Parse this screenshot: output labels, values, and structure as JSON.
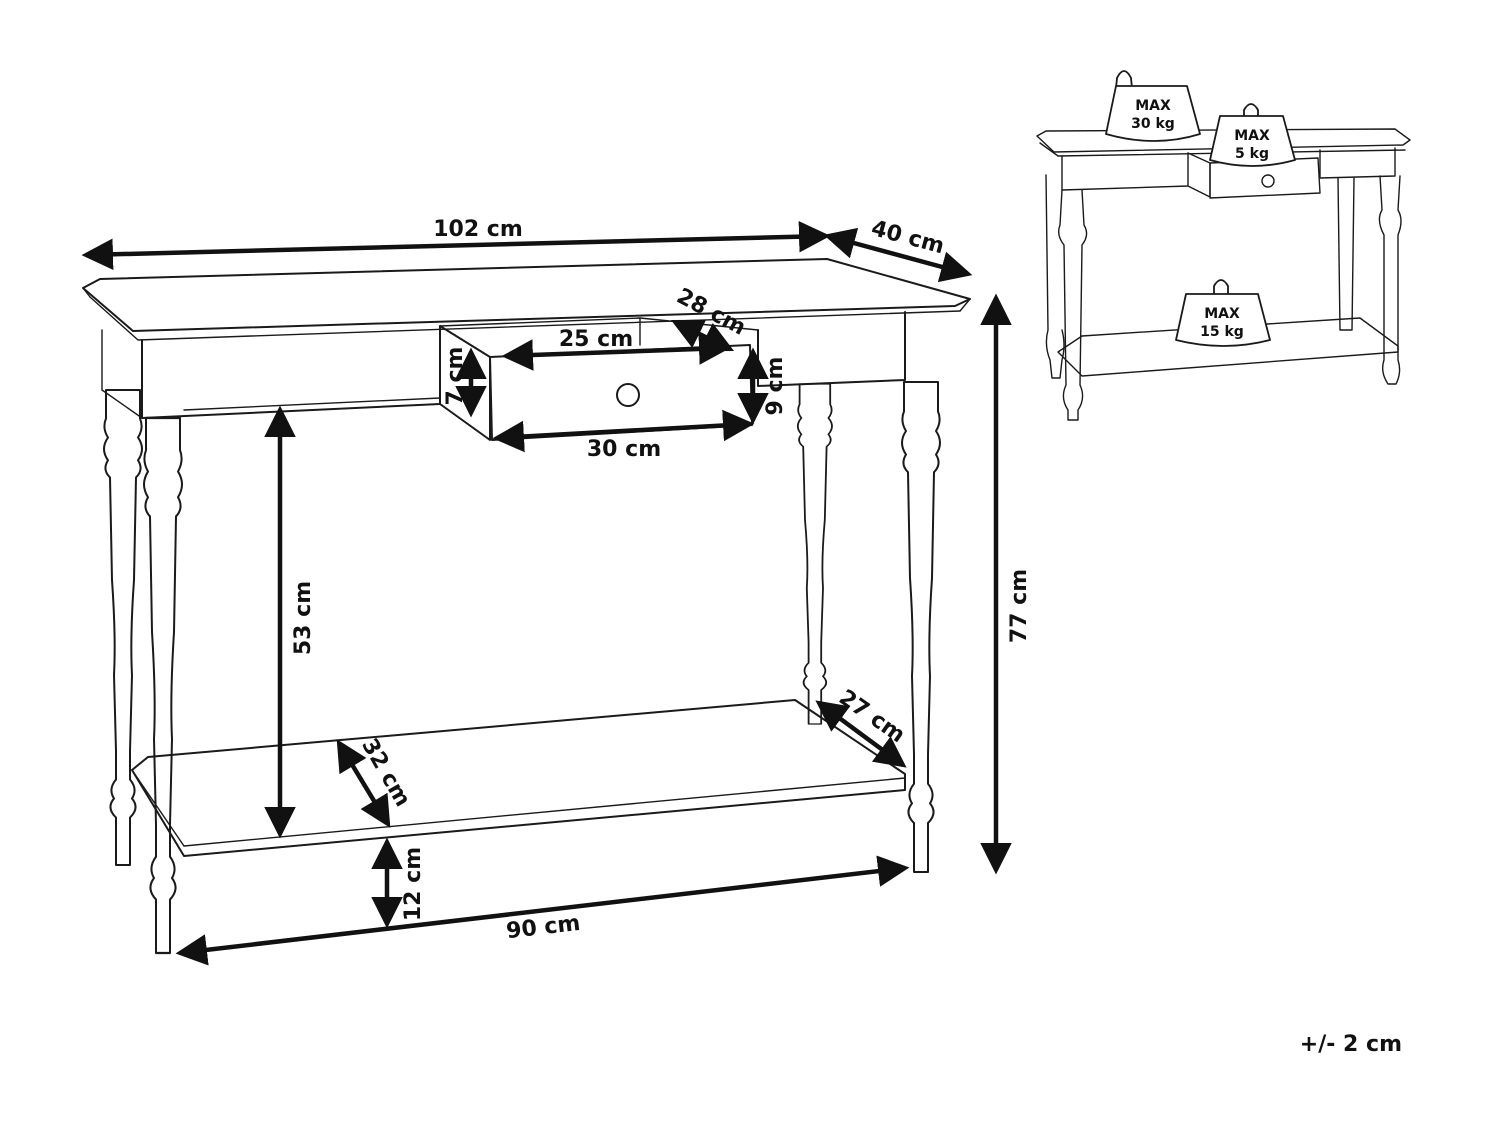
{
  "dimensions": {
    "width_top": "102 cm",
    "depth_top": "40 cm",
    "drawer_depth": "28 cm",
    "drawer_inner_width": "25 cm",
    "drawer_inner_height": "7 cm",
    "drawer_outer_height": "9 cm",
    "drawer_outer_width": "30 cm",
    "leg_clearance": "53 cm",
    "total_height": "77 cm",
    "shelf_depth_back": "27 cm",
    "shelf_depth_front": "32 cm",
    "shelf_height": "12 cm",
    "width_bottom": "90 cm"
  },
  "load_limits": {
    "top": {
      "line1": "MAX",
      "line2": "30 kg"
    },
    "drawer": {
      "line1": "MAX",
      "line2": "5 kg"
    },
    "shelf": {
      "line1": "MAX",
      "line2": "15 kg"
    }
  },
  "tolerance": "+/- 2 cm"
}
